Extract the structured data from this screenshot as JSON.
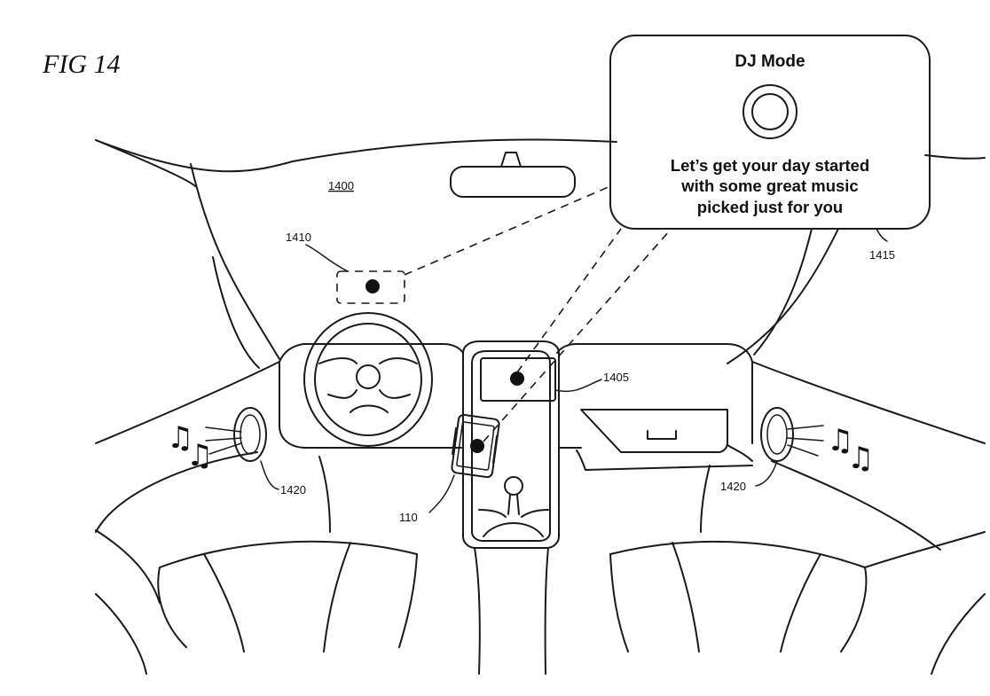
{
  "figure": {
    "title": "FIG 14"
  },
  "popup": {
    "title": "DJ Mode",
    "message_lines": [
      "Let’s get your day started",
      "with some great music",
      "picked just for you"
    ],
    "icon": "record-button-icon"
  },
  "labels": {
    "windshield": "1400",
    "dash_display": "1405",
    "hud_projection": "1410",
    "popup": "1415",
    "speaker_left": "1420",
    "speaker_right": "1420",
    "phone": "110"
  },
  "icons": [
    "music-note-icon",
    "speaker-icon",
    "steering-wheel-icon",
    "phone-icon",
    "gear-shift-icon"
  ]
}
